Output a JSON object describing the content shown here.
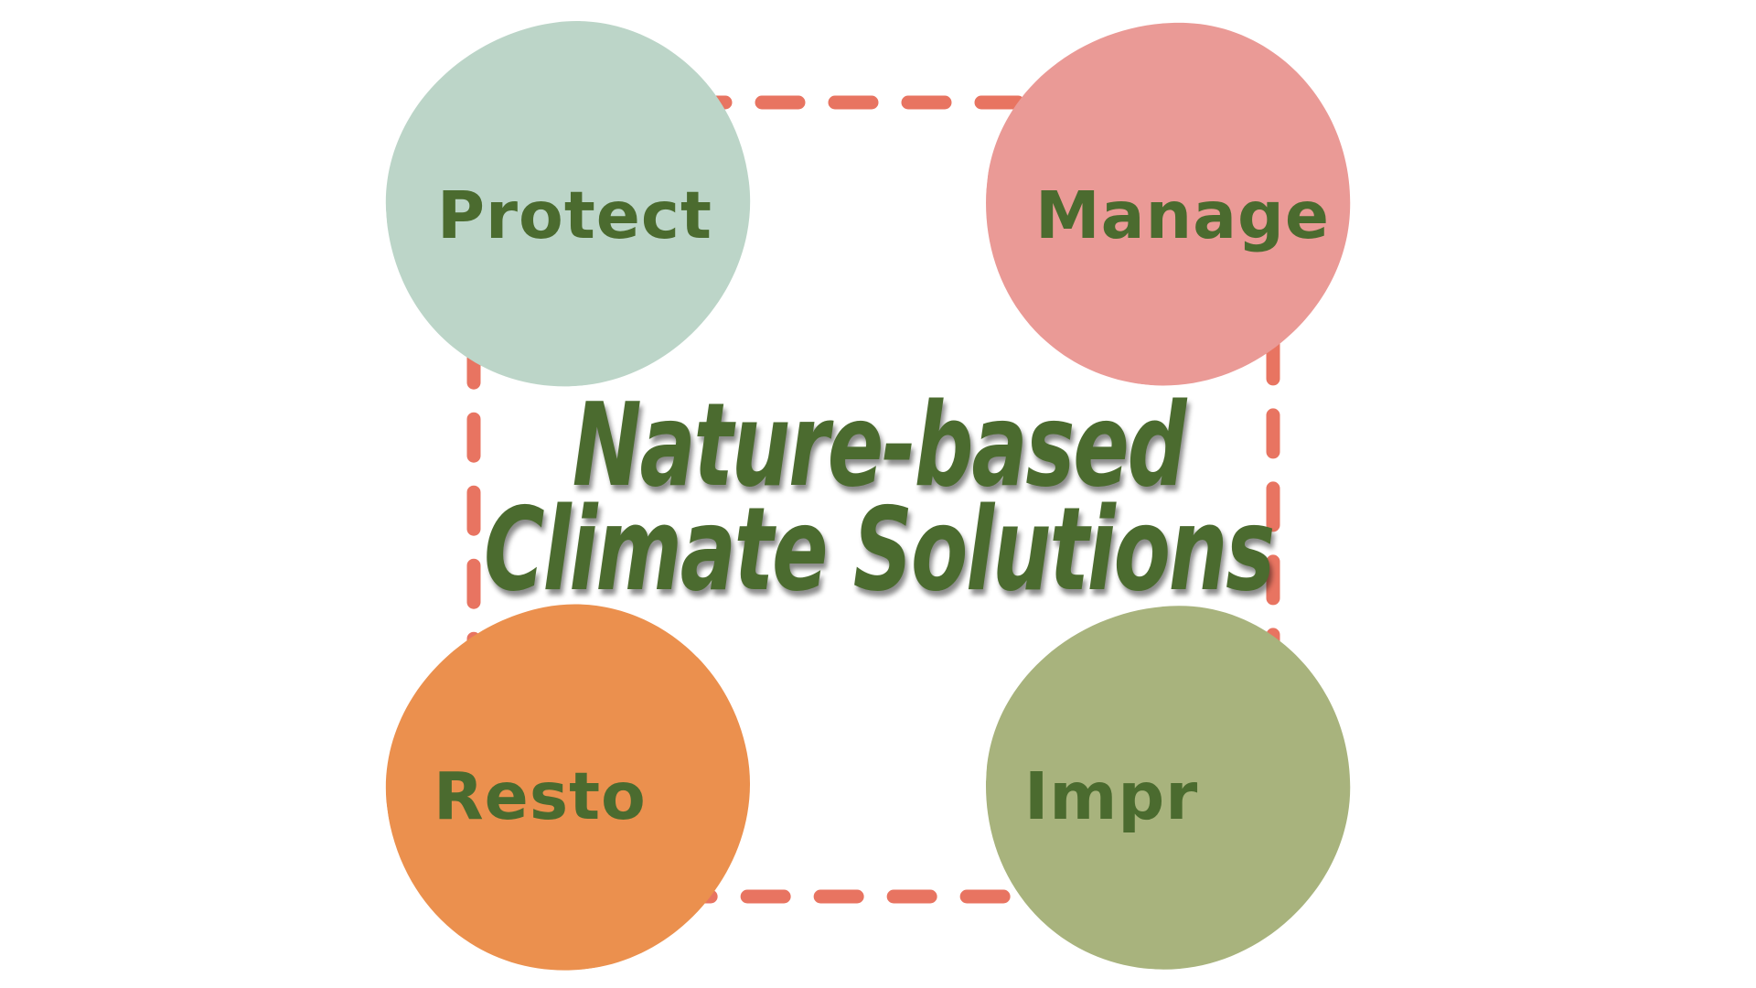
{
  "title": {
    "line1": "Nature-based",
    "line2": "Climate Solutions"
  },
  "nodes": [
    {
      "id": "protect",
      "label": "Protect",
      "color": "#bcd5c8"
    },
    {
      "id": "manage",
      "label": "Manage",
      "color": "#ea9a96"
    },
    {
      "id": "restore",
      "label": "Resto",
      "color": "#eb904e"
    },
    {
      "id": "improve",
      "label": "Impr",
      "color": "#a8b37d"
    }
  ],
  "colors": {
    "text": "#4b6b2f",
    "loop": "#e87461",
    "background": "#ffffff"
  }
}
